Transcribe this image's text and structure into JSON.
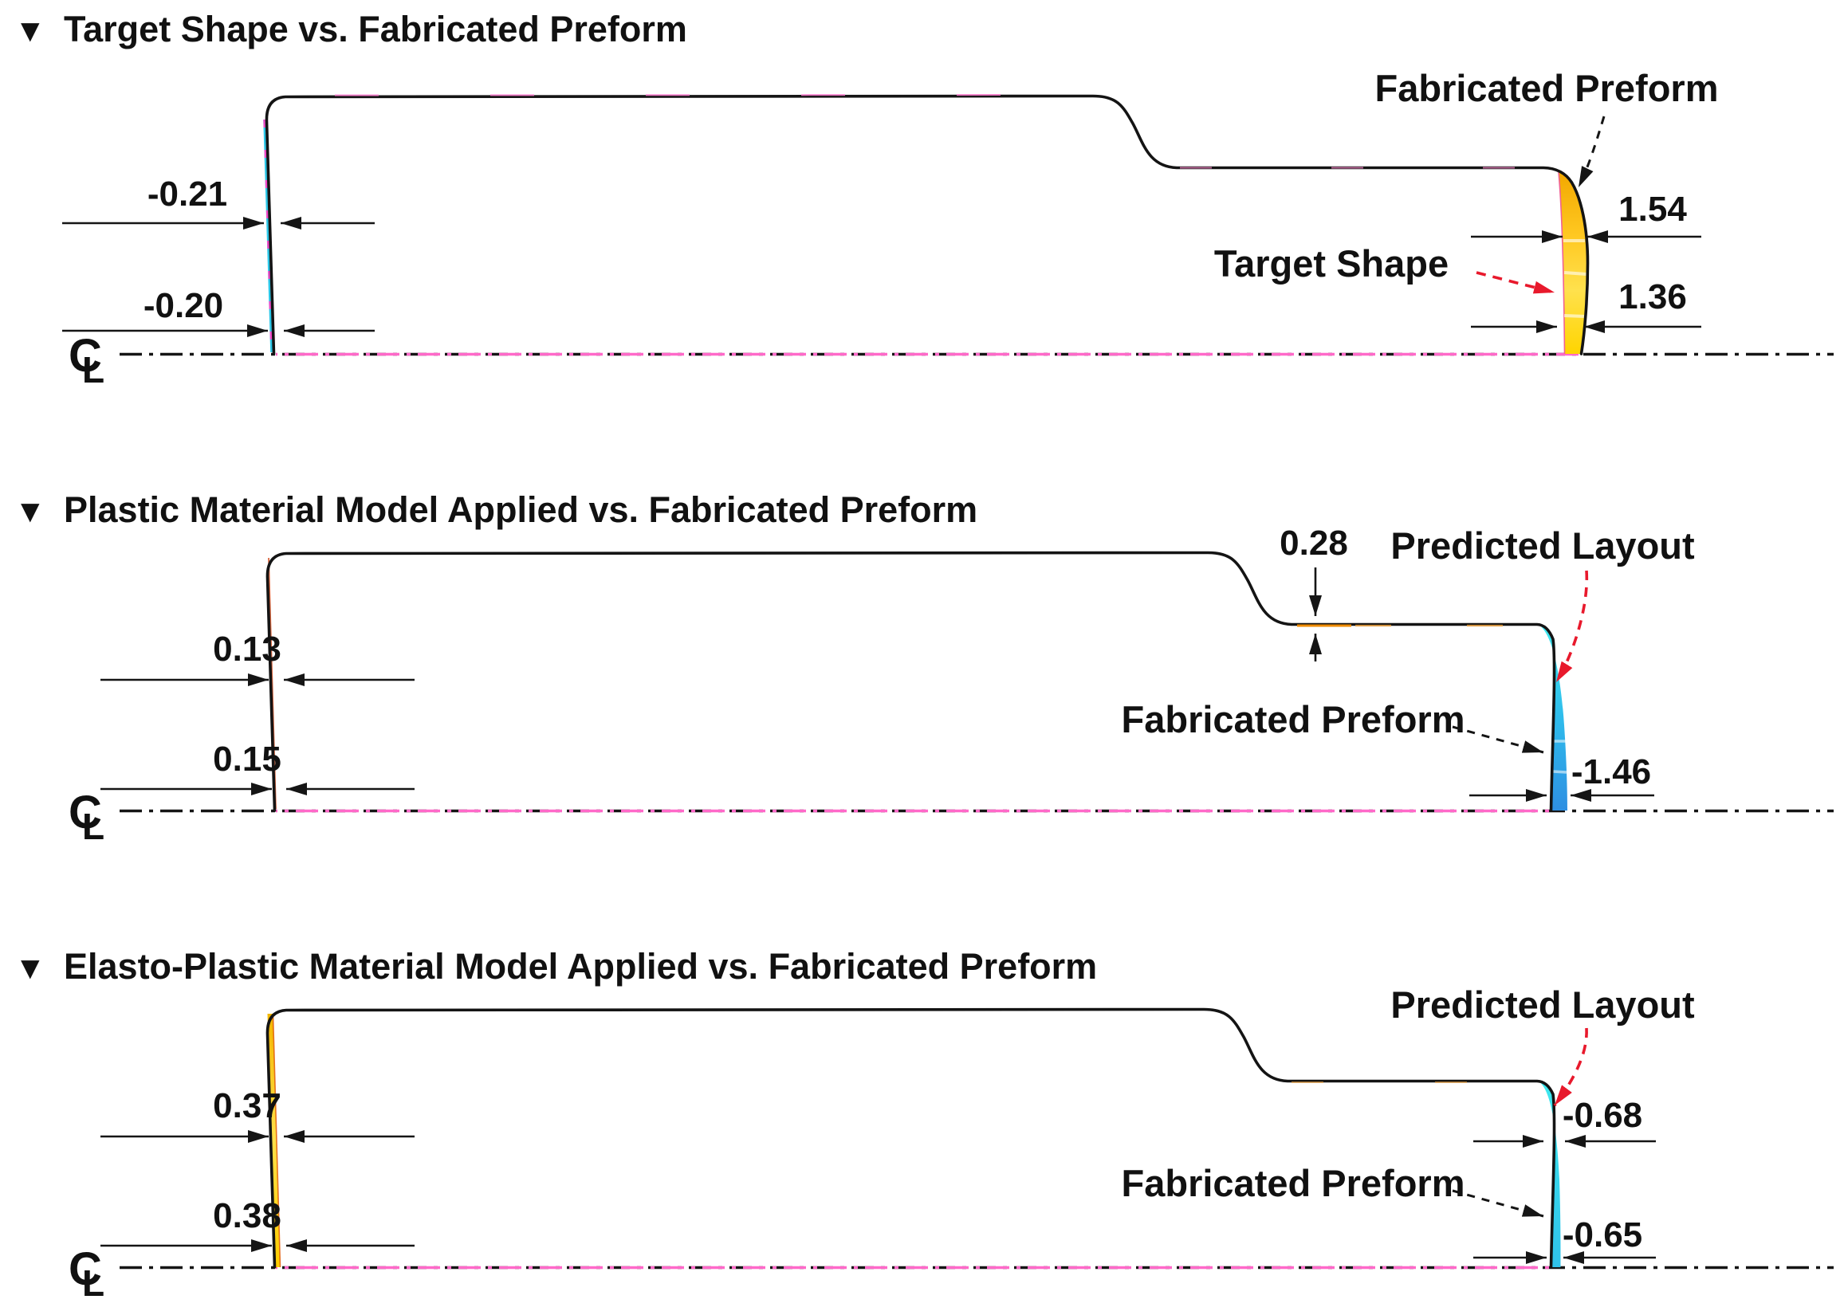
{
  "panels": [
    {
      "marker": "▼",
      "title": "Target Shape vs. Fabricated Preform",
      "dims": {
        "left_upper": "-0.21",
        "left_lower": "-0.20",
        "right_upper": "1.54",
        "right_lower": "1.36"
      },
      "labels": {
        "outer": "Fabricated Preform",
        "inner": "Target Shape"
      },
      "cl": {
        "c": "C",
        "l": "L"
      }
    },
    {
      "marker": "▼",
      "title": "Plastic Material Model Applied vs. Fabricated Preform",
      "dims": {
        "left_upper": "0.13",
        "left_lower": "0.15",
        "step": "0.28",
        "right_lower": "-1.46"
      },
      "labels": {
        "outer": "Predicted Layout",
        "inner": "Fabricated Preform"
      },
      "cl": {
        "c": "C",
        "l": "L"
      }
    },
    {
      "marker": "▼",
      "title": "Elasto-Plastic Material Model Applied vs. Fabricated Preform",
      "dims": {
        "left_upper": "0.37",
        "left_lower": "0.38",
        "right_upper": "-0.68",
        "right_lower": "-0.65"
      },
      "labels": {
        "outer": "Predicted Layout",
        "inner": "Fabricated Preform"
      },
      "cl": {
        "c": "C",
        "l": "L"
      }
    }
  ],
  "colors": {
    "outline": "#141414",
    "deviation_positive_fill": "#FFD21E",
    "deviation_negative_fill": "#35CBEC",
    "centerline_accent": "#FF69C9",
    "leader_red": "#E8192C",
    "left_edge_cyan": "#2BC7E8",
    "left_edge_magenta": "#F549C8"
  }
}
